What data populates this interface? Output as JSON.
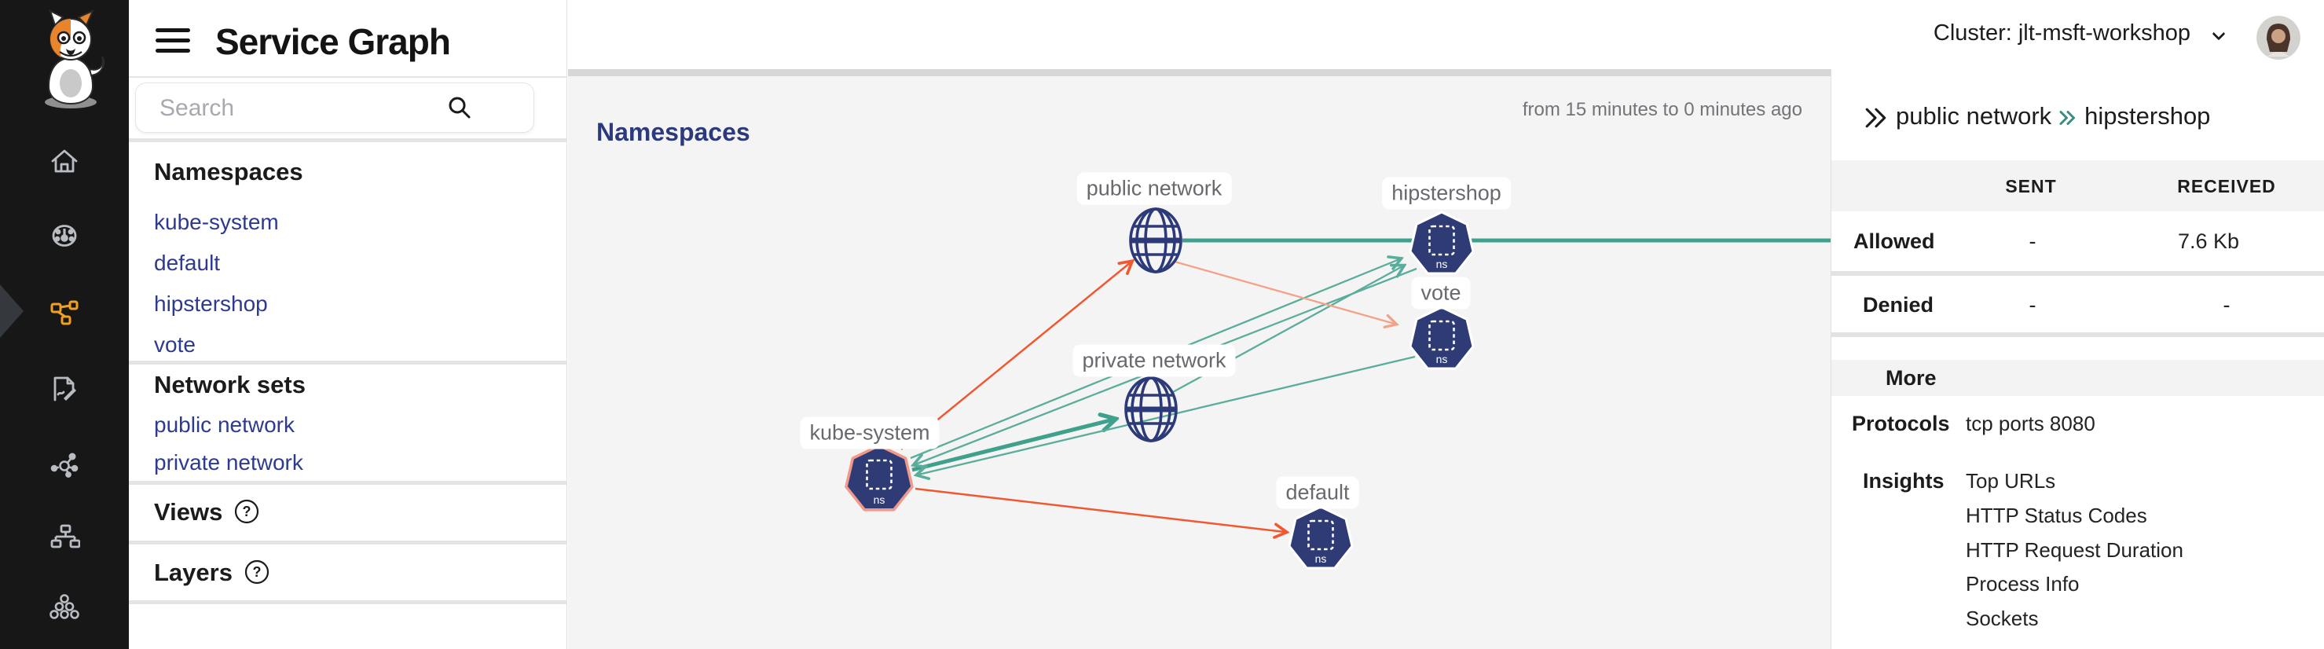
{
  "app": {
    "title": "Service Graph",
    "cluster_label": "Cluster: jlt-msft-workshop"
  },
  "colors": {
    "sidebar_bg": "#171717",
    "accent_orange": "#f2a024",
    "node_navy": "#2e3b74",
    "allowed_teal": "#3fa18c",
    "denied_orange": "#f1582f",
    "denied_light_salmon": "#f3a287",
    "link_indigo": "#2d3a8f",
    "selected_node_outline": "#f0998a"
  },
  "sidebar": {
    "icons": [
      {
        "name": "home"
      },
      {
        "name": "dashboard"
      },
      {
        "name": "service-graph",
        "active": true
      },
      {
        "name": "reports"
      },
      {
        "name": "connections"
      },
      {
        "name": "hierarchy"
      },
      {
        "name": "cluster-resources"
      }
    ]
  },
  "nav": {
    "search_placeholder": "Search",
    "namespaces": {
      "label": "Namespaces",
      "items": [
        "kube-system",
        "default",
        "hipstershop",
        "vote"
      ]
    },
    "network_sets": {
      "label": "Network sets",
      "items": [
        "public network",
        "private network"
      ]
    },
    "views_label": "Views",
    "layers_label": "Layers"
  },
  "canvas": {
    "title": "Namespaces",
    "time_range": "from 15 minutes to 0 minutes ago"
  },
  "graph": {
    "ns_badge": "ns",
    "nodes": [
      {
        "id": "public-network",
        "label": "public network",
        "type": "network-set"
      },
      {
        "id": "private-network",
        "label": "private network",
        "type": "network-set"
      },
      {
        "id": "hipstershop",
        "label": "hipstershop",
        "type": "namespace"
      },
      {
        "id": "vote",
        "label": "vote",
        "type": "namespace"
      },
      {
        "id": "kube-system",
        "label": "kube-system",
        "type": "namespace",
        "highlighted": true
      },
      {
        "id": "default",
        "label": "default",
        "type": "namespace"
      }
    ],
    "edges": [
      {
        "from": "public network",
        "to": "hipstershop",
        "kind": "allowed",
        "weight": "thick"
      },
      {
        "from": "kube-system",
        "to": "private network",
        "kind": "allowed",
        "weight": "thick"
      },
      {
        "from": "kube-system",
        "to": "hipstershop",
        "kind": "allowed",
        "weight": "thin"
      },
      {
        "from": "private network",
        "to": "hipstershop",
        "kind": "allowed",
        "weight": "thin"
      },
      {
        "from": "hipstershop",
        "to": "kube-system",
        "kind": "allowed",
        "weight": "thin"
      },
      {
        "from": "vote",
        "to": "kube-system",
        "kind": "allowed",
        "weight": "thin"
      },
      {
        "from": "kube-system",
        "to": "public network",
        "kind": "denied",
        "weight": "thin"
      },
      {
        "from": "kube-system",
        "to": "default",
        "kind": "denied",
        "weight": "thin"
      },
      {
        "from": "public network",
        "to": "vote",
        "kind": "denied-light",
        "weight": "thin"
      }
    ]
  },
  "details": {
    "breadcrumb": {
      "source": "public network",
      "target": "hipstershop"
    },
    "table": {
      "columns": [
        "SENT",
        "RECEIVED"
      ],
      "rows": [
        {
          "label": "Allowed",
          "sent": "-",
          "received": "7.6 Kb"
        },
        {
          "label": "Denied",
          "sent": "-",
          "received": "-"
        }
      ]
    },
    "more_label": "More",
    "protocols": {
      "label": "Protocols",
      "value": "tcp ports 8080"
    },
    "insights": {
      "label": "Insights",
      "items": [
        "Top URLs",
        "HTTP Status Codes",
        "HTTP Request Duration",
        "Process Info",
        "Sockets"
      ]
    }
  }
}
